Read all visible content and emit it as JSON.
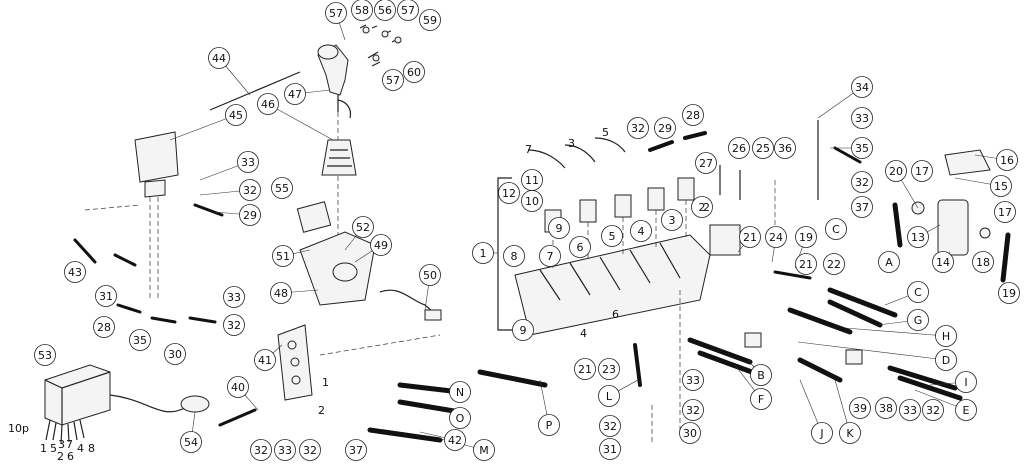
{
  "callouts": [
    {
      "id": "c57a",
      "text": "57"
    },
    {
      "id": "c58",
      "text": "58"
    },
    {
      "id": "c56",
      "text": "56"
    },
    {
      "id": "c57b",
      "text": "57"
    },
    {
      "id": "c59",
      "text": "59"
    },
    {
      "id": "c60",
      "text": "60"
    },
    {
      "id": "c57c",
      "text": "57"
    },
    {
      "id": "c44",
      "text": "44"
    },
    {
      "id": "c47",
      "text": "47"
    },
    {
      "id": "c45",
      "text": "45"
    },
    {
      "id": "c46",
      "text": "46"
    },
    {
      "id": "c33a",
      "text": "33"
    },
    {
      "id": "c32a",
      "text": "32"
    },
    {
      "id": "c29a",
      "text": "29"
    },
    {
      "id": "c55",
      "text": "55"
    },
    {
      "id": "c52",
      "text": "52"
    },
    {
      "id": "c49",
      "text": "49"
    },
    {
      "id": "c51",
      "text": "51"
    },
    {
      "id": "c48",
      "text": "48"
    },
    {
      "id": "c50",
      "text": "50"
    },
    {
      "id": "c43",
      "text": "43"
    },
    {
      "id": "c31a",
      "text": "31"
    },
    {
      "id": "c33b",
      "text": "33"
    },
    {
      "id": "c32b",
      "text": "32"
    },
    {
      "id": "c28a",
      "text": "28"
    },
    {
      "id": "c35a",
      "text": "35"
    },
    {
      "id": "c30a",
      "text": "30"
    },
    {
      "id": "c53",
      "text": "53"
    },
    {
      "id": "c54",
      "text": "54"
    },
    {
      "id": "c41",
      "text": "41"
    },
    {
      "id": "c40",
      "text": "40"
    },
    {
      "id": "c32c",
      "text": "32"
    },
    {
      "id": "c33c",
      "text": "33"
    },
    {
      "id": "c32d",
      "text": "32"
    },
    {
      "id": "c37a",
      "text": "37"
    },
    {
      "id": "c42",
      "text": "42"
    },
    {
      "id": "cM",
      "text": "M"
    },
    {
      "id": "cO",
      "text": "O"
    },
    {
      "id": "cN",
      "text": "N"
    },
    {
      "id": "cP",
      "text": "P"
    },
    {
      "id": "c1",
      "text": "1"
    },
    {
      "id": "c12",
      "text": "12"
    },
    {
      "id": "c11",
      "text": "11"
    },
    {
      "id": "c10",
      "text": "10"
    },
    {
      "id": "c9a",
      "text": "9"
    },
    {
      "id": "c8",
      "text": "8"
    },
    {
      "id": "c7a",
      "text": "7"
    },
    {
      "id": "c9b",
      "text": "9"
    },
    {
      "id": "c6a",
      "text": "6"
    },
    {
      "id": "c5a",
      "text": "5"
    },
    {
      "id": "c4a",
      "text": "4"
    },
    {
      "id": "c3a",
      "text": "3"
    },
    {
      "id": "c2a",
      "text": "2"
    },
    {
      "id": "c32e",
      "text": "32"
    },
    {
      "id": "c29b",
      "text": "29"
    },
    {
      "id": "c28b",
      "text": "28"
    },
    {
      "id": "c27",
      "text": "27"
    },
    {
      "id": "c26",
      "text": "26"
    },
    {
      "id": "c25",
      "text": "25"
    },
    {
      "id": "c34",
      "text": "34"
    },
    {
      "id": "c33d",
      "text": "33"
    },
    {
      "id": "c35b",
      "text": "35"
    },
    {
      "id": "c36",
      "text": "36"
    },
    {
      "id": "c32f",
      "text": "32"
    },
    {
      "id": "c37b",
      "text": "37"
    },
    {
      "id": "c21a",
      "text": "21"
    },
    {
      "id": "c24",
      "text": "24"
    },
    {
      "id": "c19a",
      "text": "19"
    },
    {
      "id": "cC1",
      "text": "C"
    },
    {
      "id": "c21b",
      "text": "21"
    },
    {
      "id": "c22",
      "text": "22"
    },
    {
      "id": "cC2",
      "text": "C"
    },
    {
      "id": "cG",
      "text": "G"
    },
    {
      "id": "cH",
      "text": "H"
    },
    {
      "id": "cD",
      "text": "D"
    },
    {
      "id": "cI",
      "text": "I"
    },
    {
      "id": "cE",
      "text": "E"
    },
    {
      "id": "c21c",
      "text": "21"
    },
    {
      "id": "c23",
      "text": "23"
    },
    {
      "id": "cL",
      "text": "L"
    },
    {
      "id": "cB",
      "text": "B"
    },
    {
      "id": "cF",
      "text": "F"
    },
    {
      "id": "c33e",
      "text": "33"
    },
    {
      "id": "c32g",
      "text": "32"
    },
    {
      "id": "c32h",
      "text": "32"
    },
    {
      "id": "c31b",
      "text": "31"
    },
    {
      "id": "c30b",
      "text": "30"
    },
    {
      "id": "cJ",
      "text": "J"
    },
    {
      "id": "cK",
      "text": "K"
    },
    {
      "id": "c39",
      "text": "39"
    },
    {
      "id": "c38",
      "text": "38"
    },
    {
      "id": "c33f",
      "text": "33"
    },
    {
      "id": "c32i",
      "text": "32"
    },
    {
      "id": "c20",
      "text": "20"
    },
    {
      "id": "c17a",
      "text": "17"
    },
    {
      "id": "c16",
      "text": "16"
    },
    {
      "id": "c15",
      "text": "15"
    },
    {
      "id": "c13",
      "text": "13"
    },
    {
      "id": "c14",
      "text": "14"
    },
    {
      "id": "cA",
      "text": "A"
    },
    {
      "id": "c17b",
      "text": "17"
    },
    {
      "id": "c18",
      "text": "18"
    },
    {
      "id": "c19b",
      "text": "19"
    }
  ],
  "labels": [
    {
      "id": "l7",
      "text": "7"
    },
    {
      "id": "l3",
      "text": "3"
    },
    {
      "id": "l5",
      "text": "5"
    },
    {
      "id": "l2",
      "text": "2"
    },
    {
      "id": "l6",
      "text": "6"
    },
    {
      "id": "l4",
      "text": "4"
    },
    {
      "id": "l1",
      "text": "1"
    },
    {
      "id": "lv2",
      "text": "2"
    },
    {
      "id": "l10p",
      "text": "10p"
    },
    {
      "id": "l1p",
      "text": "1"
    },
    {
      "id": "l5p",
      "text": "5"
    },
    {
      "id": "l3p",
      "text": "3"
    },
    {
      "id": "l7p",
      "text": "7"
    },
    {
      "id": "l2p",
      "text": "2"
    },
    {
      "id": "l6p",
      "text": "6"
    },
    {
      "id": "l4p",
      "text": "4"
    },
    {
      "id": "l8p",
      "text": "8"
    }
  ]
}
